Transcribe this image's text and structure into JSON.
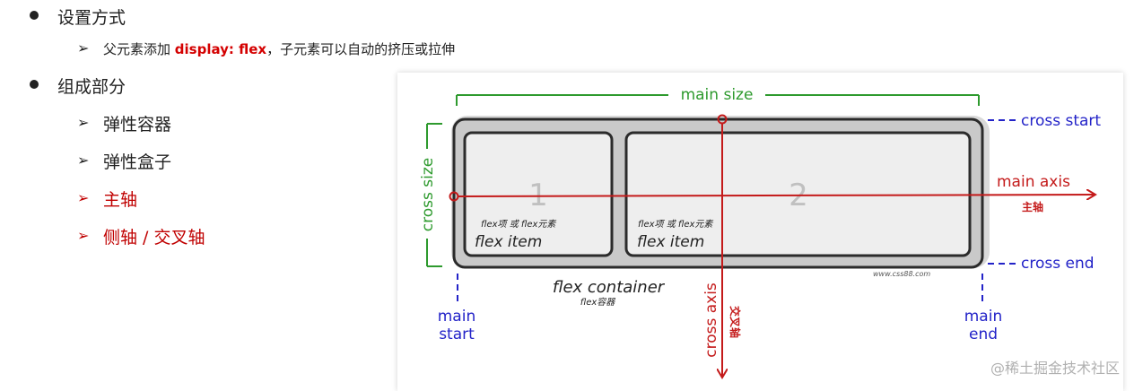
{
  "outline": {
    "setting": {
      "label": "设置方式",
      "sub_prefix": "父元素添加 ",
      "sub_keyword": "display: flex",
      "sub_suffix": "，子元素可以自动的挤压或拉伸"
    },
    "parts": {
      "label": "组成部分",
      "items": [
        "弹性容器",
        "弹性盒子",
        "主轴",
        "侧轴 / 交叉轴"
      ]
    }
  },
  "diagram": {
    "main_size": "main size",
    "cross_size": "cross size",
    "cross_start": "cross start",
    "cross_end": "cross end",
    "main_axis": "main axis",
    "main_axis_cn": "主轴",
    "cross_axis": "cross axis",
    "cross_axis_cn": "交叉轴",
    "item1_number": "1",
    "item2_number": "2",
    "item_cn": "flex项 或 flex元素",
    "item_label": "flex item",
    "container_label": "flex container",
    "container_cn": "flex容器",
    "watermark_site": "www.css88.com",
    "main_start": [
      "main",
      "start"
    ],
    "main_end": [
      "main",
      "end"
    ],
    "footer_watermark": "@稀土掘金技术社区"
  },
  "colors": {
    "green": "#2e9a2e",
    "blue": "#2323c8",
    "red": "#c41a1a",
    "text_red": "#c00000"
  }
}
